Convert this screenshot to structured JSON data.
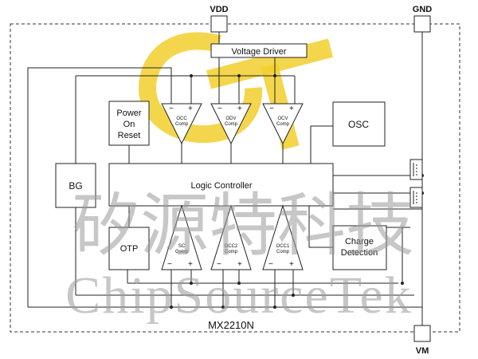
{
  "pins": {
    "vdd": "VDD",
    "gnd": "GND",
    "vm": "VM"
  },
  "blocks": {
    "voltage_driver": "Voltage Driver",
    "power_on_reset": [
      "Power",
      "On",
      "Reset"
    ],
    "osc": "OSC",
    "bg": "BG",
    "logic_controller": "Logic Controller",
    "otp": "OTP",
    "charge_detection": [
      "Charge",
      "Detection"
    ]
  },
  "comparators": {
    "occ": [
      "OCC",
      "Comp"
    ],
    "odv": [
      "ODV",
      "Comp"
    ],
    "ocv": [
      "OCV",
      "Comp"
    ],
    "sc": [
      "SC",
      "Comp"
    ],
    "occ2": [
      "OCC2",
      "Comp"
    ],
    "occ1": [
      "OCC1",
      "Comp"
    ]
  },
  "signs": {
    "minus": "−",
    "plus": "+"
  },
  "chip_name": "MX2210N",
  "watermark": {
    "chinese": "矽源特科技",
    "english": "ChipSourceTek"
  },
  "colors": {
    "logo": "#f2cf2e",
    "line": "#222222",
    "watermark": "#9a9a9a"
  }
}
